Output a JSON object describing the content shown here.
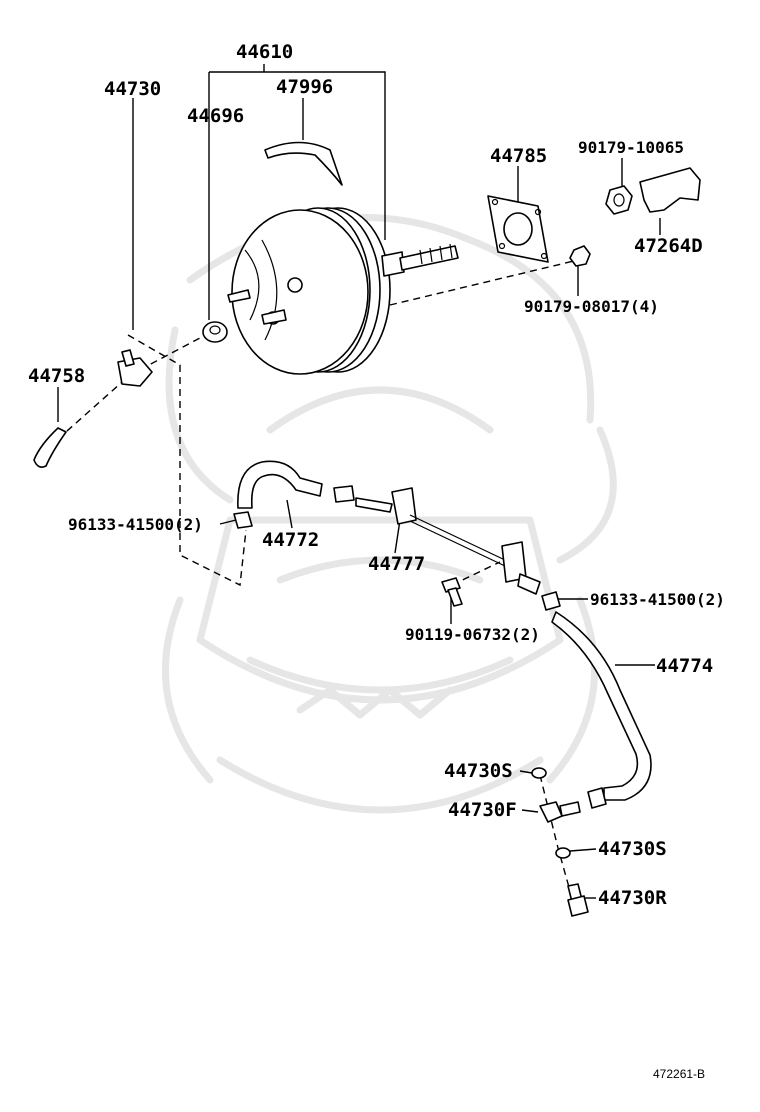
{
  "diagram": {
    "labels": {
      "p44610": "44610",
      "p44730": "44730",
      "p47996": "47996",
      "p44696": "44696",
      "p44785": "44785",
      "p90179_10065": "90179-10065",
      "p47264D": "47264D",
      "p90179_08017": "90179-08017(4)",
      "p44758": "44758",
      "p96133_left": "96133-41500(2)",
      "p44772": "44772",
      "p44777": "44777",
      "p96133_right": "96133-41500(2)",
      "p90119": "90119-06732(2)",
      "p44774": "44774",
      "p44730S_top": "44730S",
      "p44730F": "44730F",
      "p44730S_bottom": "44730S",
      "p44730R": "44730R"
    },
    "reference": "472261-B"
  }
}
